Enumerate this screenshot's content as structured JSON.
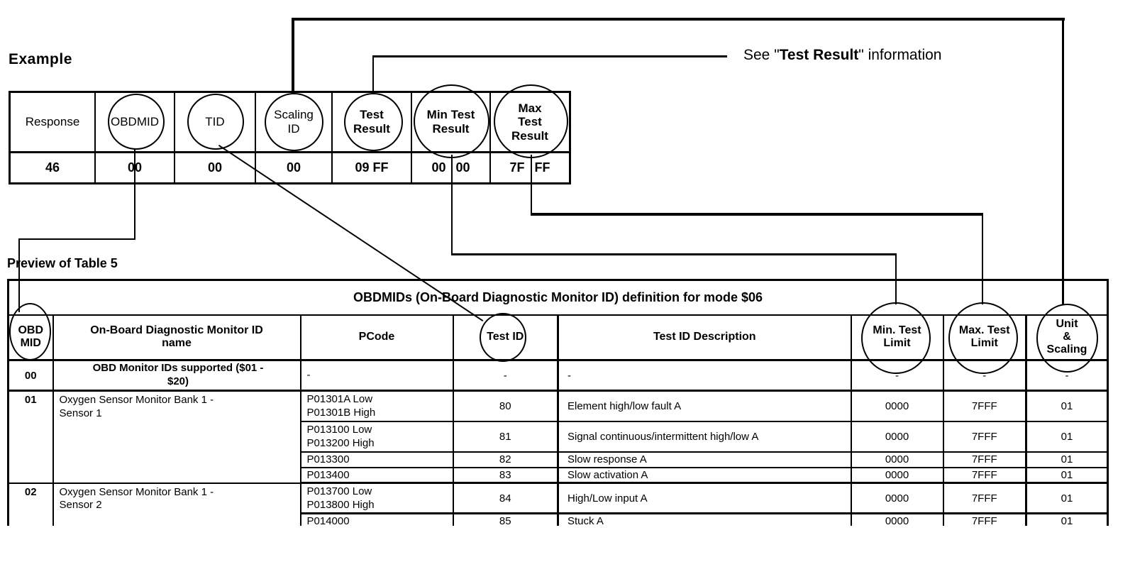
{
  "colors": {
    "ink": "#000000",
    "paper": "#ffffff"
  },
  "example": {
    "heading": "Example",
    "header": {
      "response": "Response",
      "obdmid": "OBDMID",
      "tid": "TID",
      "scaling": [
        "Scaling",
        "ID"
      ],
      "test_result": [
        "Test",
        "Result"
      ],
      "min_test": [
        "Min Test",
        "Result"
      ],
      "max_test": [
        "Max",
        "Test",
        "Result"
      ]
    },
    "values": {
      "response": "46",
      "obdmid": "00",
      "tid": "00",
      "scaling": "00",
      "test_result": "09 FF",
      "min_left": "00",
      "min_right": "00",
      "max_left": "7F",
      "max_right": "FF"
    }
  },
  "see_note": {
    "prefix": "See \"",
    "bold": "Test Result",
    "suffix": "\" information"
  },
  "preview_label": "Preview of Table 5",
  "table5": {
    "title": "OBDMIDs (On-Board Diagnostic Monitor ID) definition for mode $06",
    "headers": {
      "mid": [
        "OBD",
        "MID"
      ],
      "name": [
        "On-Board Diagnostic Monitor ID",
        "name"
      ],
      "pcode": "PCode",
      "tid": "Test ID",
      "desc": "Test ID Description",
      "min": [
        "Min. Test",
        "Limit"
      ],
      "max": [
        "Max. Test",
        "Limit"
      ],
      "unit": [
        "Unit",
        "&",
        "Scaling"
      ]
    },
    "rows": [
      {
        "mid": "00",
        "name": [
          "OBD Monitor IDs supported ($01 -",
          "$20)"
        ],
        "pcode": "-",
        "tid": "-",
        "desc": "-",
        "min": "-",
        "max": "-",
        "unit": "-"
      },
      {
        "mid": "01",
        "name": [
          "Oxygen Sensor Monitor Bank 1 -",
          "Sensor 1"
        ],
        "pcode": [
          "P01301A Low",
          "P01301B High"
        ],
        "tid": "80",
        "desc": "Element high/low fault A",
        "min": "0000",
        "max": "7FFF",
        "unit": "01"
      },
      {
        "pcode": [
          "P013100 Low",
          "P013200 High"
        ],
        "tid": "81",
        "desc": "Signal continuous/intermittent high/low A",
        "min": "0000",
        "max": "7FFF",
        "unit": "01"
      },
      {
        "pcode": "P013300",
        "tid": "82",
        "desc": "Slow response A",
        "min": "0000",
        "max": "7FFF",
        "unit": "01"
      },
      {
        "pcode": "P013400",
        "tid": "83",
        "desc": "Slow activation A",
        "min": "0000",
        "max": "7FFF",
        "unit": "01"
      },
      {
        "mid": "02",
        "name": [
          "Oxygen Sensor Monitor Bank 1 -",
          "Sensor 2"
        ],
        "pcode": [
          "P013700 Low",
          "P013800 High"
        ],
        "tid": "84",
        "desc": "High/Low input A",
        "min": "0000",
        "max": "7FFF",
        "unit": "01"
      },
      {
        "pcode": "P014000",
        "tid": "85",
        "desc": "Stuck A",
        "min": "0000",
        "max": "7FFF",
        "unit": "01"
      }
    ]
  }
}
